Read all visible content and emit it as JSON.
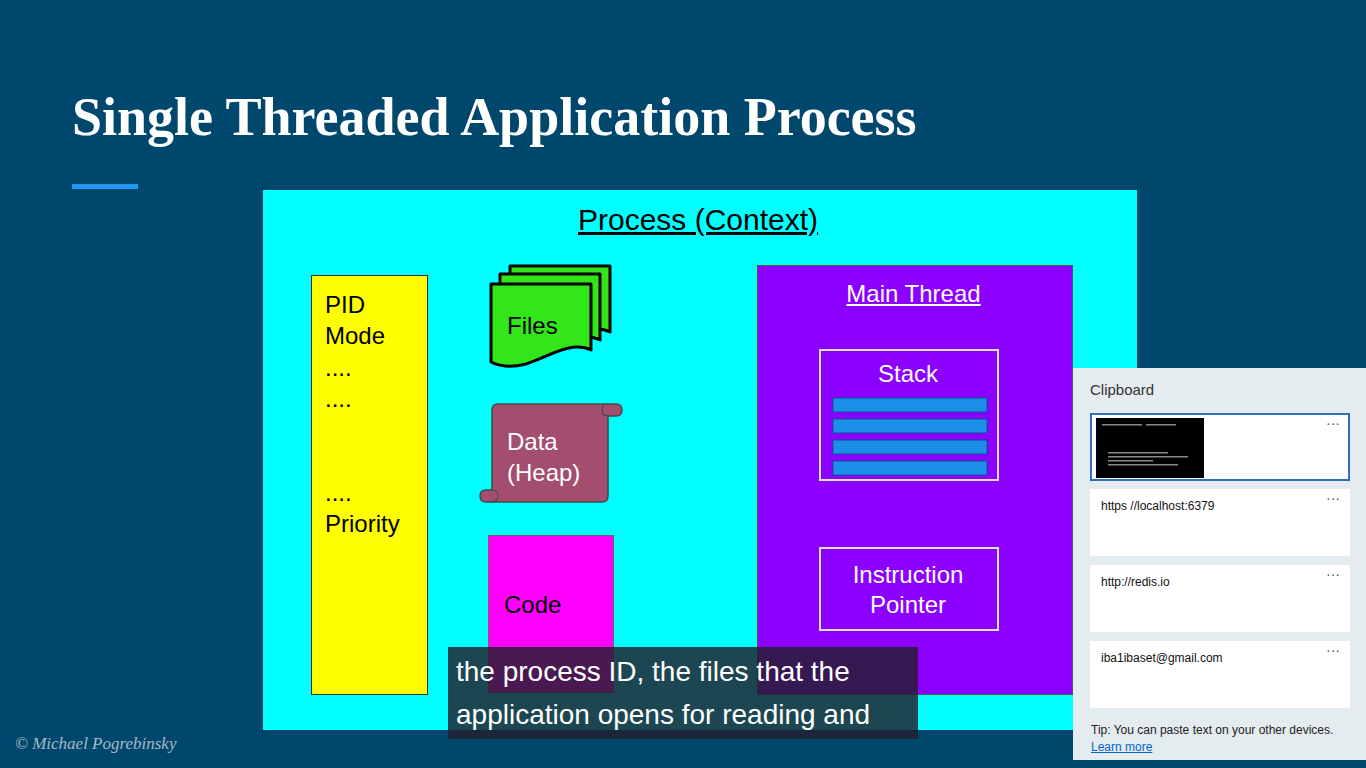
{
  "diagram": {
    "title": "Single Threaded Application Process",
    "caption": "the process ID, the files that the application opens for reading and",
    "nodes": [
      {
        "text": [
          "Process (Context)"
        ]
      },
      {
        "text": [
          "PID",
          "Mode",
          "....",
          "....",
          "....",
          "Priority"
        ],
        "in": 0
      },
      {
        "text": [
          "Files"
        ],
        "in": 0
      },
      {
        "text": [
          "Data (Heap)"
        ],
        "in": 0
      },
      {
        "text": [
          "Code"
        ],
        "in": 0
      },
      {
        "text": [
          "Main Thread"
        ],
        "in": 0
      },
      {
        "text": [
          "Stack"
        ],
        "in": 5
      },
      {
        "text": [
          "Instruction Pointer"
        ],
        "in": 5
      },
      {
        "text": [
          "Clipboard",
          "Tip: You can paste text on your other devices.",
          "Learn more"
        ]
      },
      {
        "text": [
          "···"
        ],
        "in": 8
      },
      {
        "text": [
          "https //localhost:6379",
          "···"
        ],
        "in": 8
      },
      {
        "text": [
          "http://redis.io",
          "···"
        ],
        "in": 8
      },
      {
        "text": [
          "iba1ibaset@gmail.com",
          "···"
        ],
        "in": 8
      }
    ],
    "labels": [
      "© Michael Pogrebinsky"
    ]
  }
}
